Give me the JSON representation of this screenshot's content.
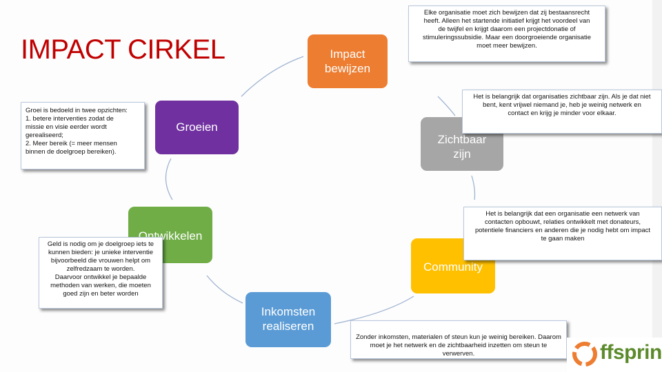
{
  "title": "IMPACT CIRKEL",
  "nodes": {
    "impact": {
      "line1": "Impact",
      "line2": "bewijzen",
      "color": "#ed7d31"
    },
    "groeien": {
      "line1": "Groeien",
      "color": "#7030a0"
    },
    "zichtbaar": {
      "line1": "Zichtbaar",
      "line2": "zijn",
      "color": "#a6a6a6"
    },
    "ontwikkelen": {
      "line1": "Ontwikkelen",
      "color": "#70ad47"
    },
    "community": {
      "line1": "Community",
      "color": "#ffc000"
    },
    "inkomsten": {
      "line1": "Inkomsten",
      "line2": "realiseren",
      "color": "#5b9bd5"
    }
  },
  "callouts": {
    "groeien": {
      "l1": "Groei is bedoeld in twee opzichten:",
      "l2": "1. betere interventies zodat de",
      "l3": "missie en visie eerder wordt",
      "l4": "gerealiseerd;",
      "l5": "2. Meer bereik (= meer mensen",
      "l6": "binnen de doelgroep bereiken)."
    },
    "ontwikkelen": {
      "l1": "Geld is nodig om je doelgroep iets te",
      "l2": "kunnen bieden: je unieke interventie",
      "l3": "bijvoorbeeld die vrouwen helpt om",
      "l4": "zelfredzaam te worden.",
      "l5": "Daarvoor ontwikkel je bepaalde",
      "l6": "methoden van werken, die moeten",
      "l7": "goed zijn en beter worden"
    },
    "impact": {
      "l1": "Elke organisatie moet zich bewijzen dat zij bestaansrecht",
      "l2": "heeft. Alleen het startende initiatief krijgt het voordeel van",
      "l3": "de twijfel en krijgt daarom een projectdonatie of",
      "l4": "stimuleringssubsidie. Maar een doorgroeiende organisatie",
      "l5": "moet meer bewijzen."
    },
    "zichtbaar": {
      "l1": "Het is belangrijk dat organisaties zichtbaar zijn. Als je dat niet",
      "l2": "bent, kent vrijwel niemand je, heb je weinig netwerk en",
      "l3": "contact en krijg je minder voor elkaar."
    },
    "community": {
      "l1": "Het is belangrijk dat een organisatie een netwerk van",
      "l2": "contacten opbouwt, relaties ontwikkelt met donateurs,",
      "l3": "potentiele financiers en anderen die je nodig hebt om impact",
      "l4": "te gaan maken"
    },
    "inkomsten": {
      "l1": "Zonder inkomsten, materialen of steun kun je weinig bereiken. Daarom",
      "l2": "moet je het netwerk en de zichtbaarheid inzetten om steun te verwerven."
    }
  },
  "logo": {
    "text": "ffspring",
    "color": "#5b8a2b",
    "accent": "#ed7d31"
  }
}
